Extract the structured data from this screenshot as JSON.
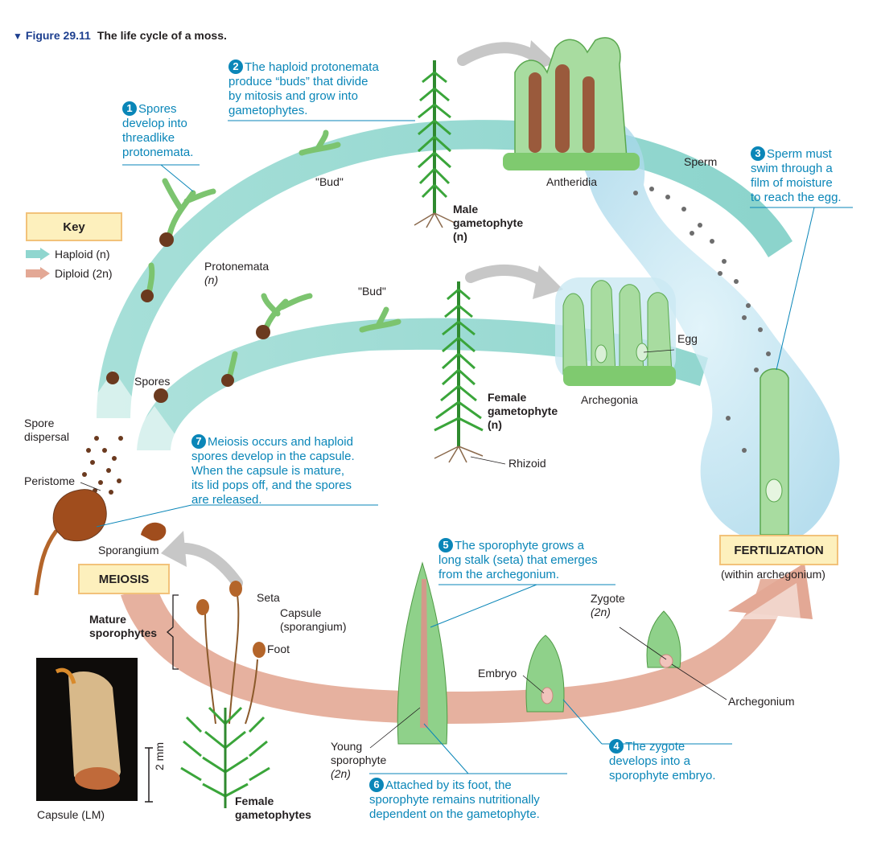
{
  "figure": {
    "marker": "▼",
    "number": "Figure 29.11",
    "title": "The life cycle of a moss."
  },
  "key": {
    "heading": "Key",
    "items": [
      {
        "label": "Haploid (n)",
        "color": "#8fd6cf"
      },
      {
        "label": "Diploid (2n)",
        "color": "#e3a895"
      }
    ]
  },
  "steps": [
    {
      "num": "1",
      "text": "Spores\ndevelop into\nthreadlike\nprotonemata."
    },
    {
      "num": "2",
      "text": "The haploid protonemata\nproduce “buds” that divide\nby mitosis and grow into\ngametophytes."
    },
    {
      "num": "3",
      "text": "Sperm must\nswim through a\nfilm of moisture\nto reach the egg."
    },
    {
      "num": "4",
      "text": "The zygote\ndevelops into a\nsporophyte embryo."
    },
    {
      "num": "5",
      "text": "The sporophyte grows a\nlong stalk (seta) that emerges\nfrom the archegonium."
    },
    {
      "num": "6",
      "text": "Attached by its foot, the\nsporophyte remains nutritionally\ndependent on the gametophyte."
    },
    {
      "num": "7",
      "text": "Meiosis occurs and haploid\nspores develop in the capsule.\nWhen the capsule is mature,\nits lid pops off, and the spores\nare released."
    }
  ],
  "labels": {
    "bud_upper": "\"Bud\"",
    "bud_lower": "\"Bud\"",
    "protonemata": "Protonemata",
    "protonemata_n": "(n)",
    "antheridia": "Antheridia",
    "sperm": "Sperm",
    "male_line1": "Male",
    "male_line2": "gametophyte",
    "male_line3": "(n)",
    "female_line1": "Female",
    "female_line2": "gametophyte",
    "female_line3": "(n)",
    "rhizoid": "Rhizoid",
    "egg": "Egg",
    "archegonia": "Archegonia",
    "spores": "Spores",
    "spore_dispersal_1": "Spore",
    "spore_dispersal_2": "dispersal",
    "peristome": "Peristome",
    "sporangium": "Sporangium",
    "seta": "Seta",
    "capsule_1": "Capsule",
    "capsule_2": "(sporangium)",
    "foot": "Foot",
    "mature_1": "Mature",
    "mature_2": "sporophytes",
    "zygote_1": "Zygote",
    "zygote_2": "(2n)",
    "embryo": "Embryo",
    "archegonium": "Archegonium",
    "young_1": "Young",
    "young_2": "sporophyte",
    "young_3": "(2n)",
    "within_archegonium": "(within archegonium)",
    "scale": "2 mm",
    "capsule_lm": "Capsule (LM)",
    "female_gams_1": "Female",
    "female_gams_2": "gametophytes"
  },
  "boxes": {
    "meiosis": "MEIOSIS",
    "fertilization": "FERTILIZATION"
  },
  "colors": {
    "haploid": "#8fd6cf",
    "diploid": "#e3a895",
    "step_text": "#0a86b8",
    "plant": "#3aa53a",
    "box_fill": "#fdf0bd",
    "box_border": "#f2c27a",
    "water": "#bfe3f0",
    "title": "#1d3f8f"
  }
}
